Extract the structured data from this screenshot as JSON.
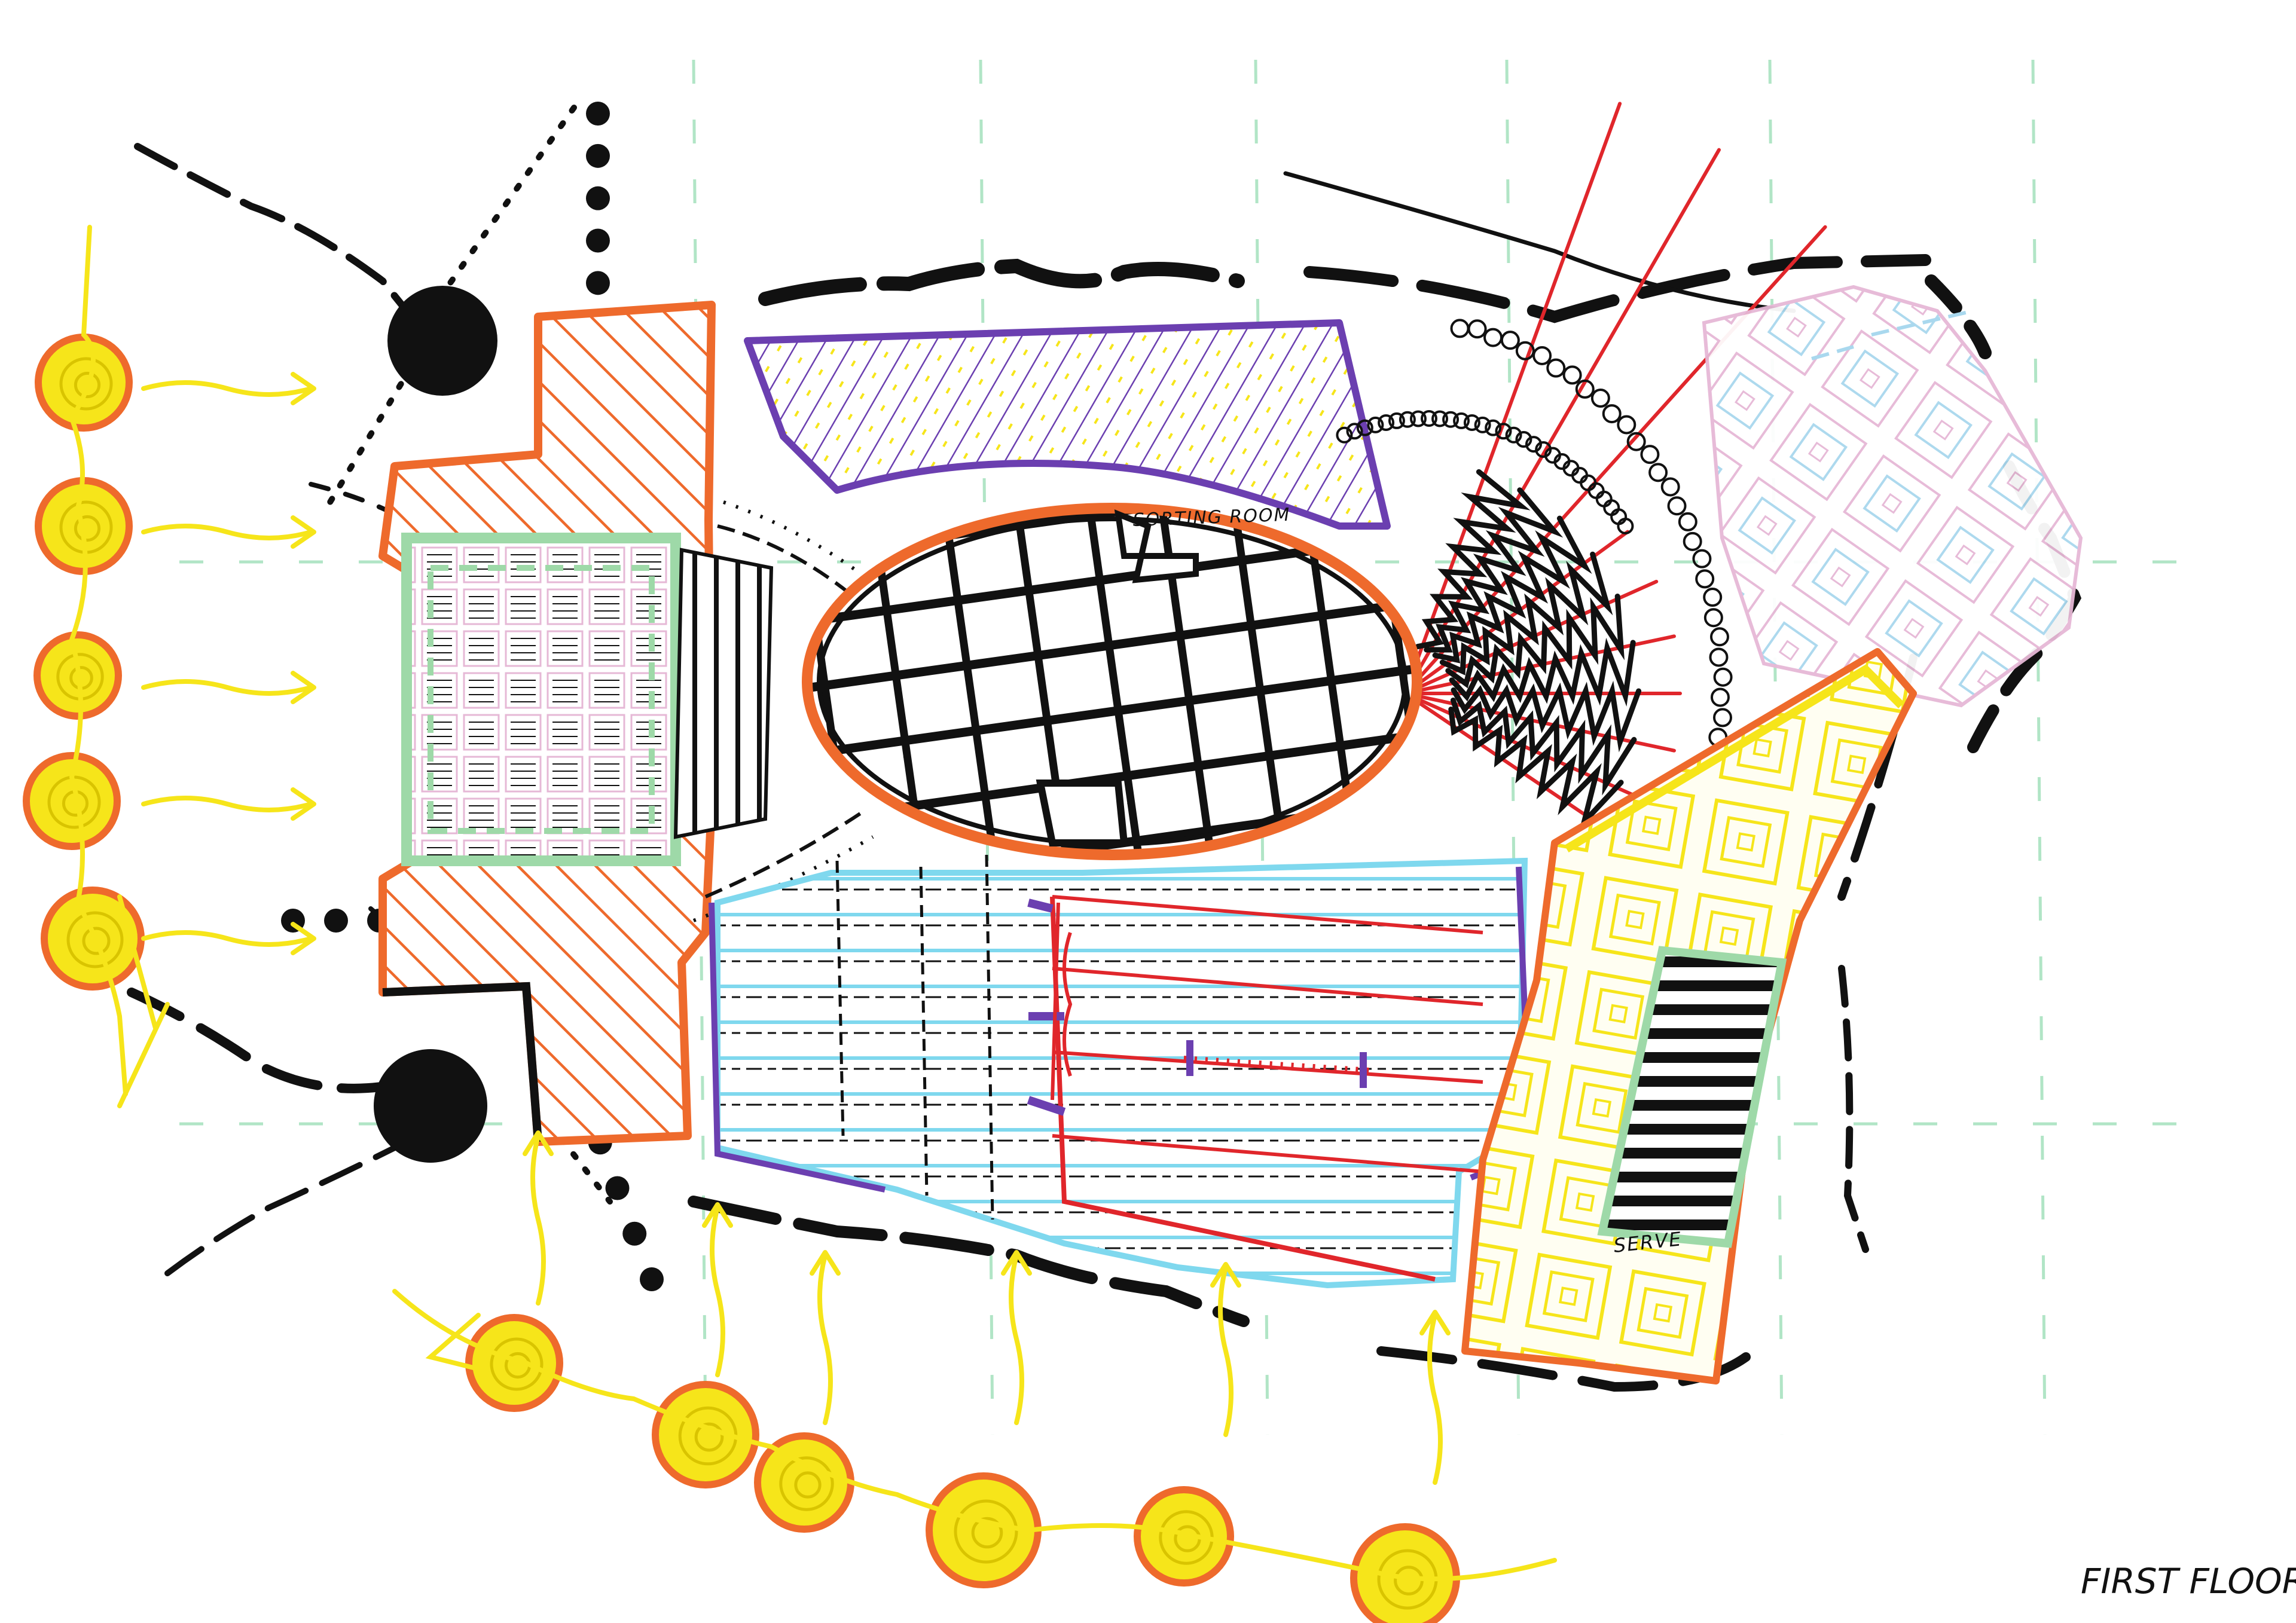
{
  "labels": {
    "sorting_room": "SORTING ROOM",
    "serve": "SERVE",
    "sheet_title": "FIRST FLOOR"
  },
  "colors": {
    "black": "#111111",
    "orange": "#ee6a2c",
    "yellow": "#f6e51a",
    "purple": "#6b3fb0",
    "red": "#e0262b",
    "cyan": "#7fd8ee",
    "green": "#9ed9a8",
    "pink": "#e6b8d6",
    "light_green": "#a9e3c0"
  }
}
